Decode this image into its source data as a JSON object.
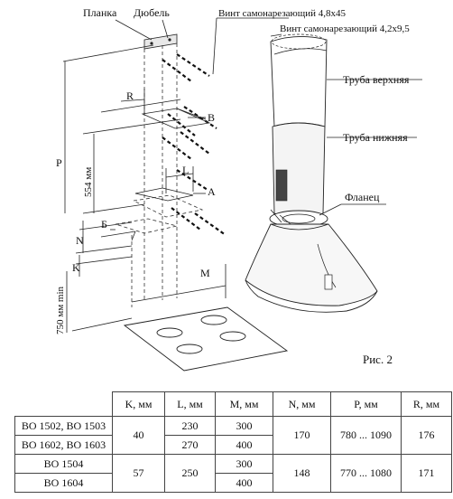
{
  "labels": {
    "planka": "Планка",
    "dyubel": "Дюбель",
    "vint1": "Винт самонарезающий 4,8х45",
    "vint2": "Винт самонарезающий 4,2х9,5",
    "truba_upper": "Труба верхняя",
    "truba_lower": "Труба нижняя",
    "flanets": "Фланец",
    "R": "R",
    "B": "В",
    "L": "L",
    "A": "А",
    "Bsmall": "Б",
    "N": "N",
    "K": "K",
    "M": "M",
    "P": "P",
    "dim554": "554 мм",
    "dim750": "750 мм min"
  },
  "caption": "Рис. 2",
  "table": {
    "headers": [
      "",
      "K, мм",
      "L, мм",
      "M, мм",
      "N, мм",
      "P, мм",
      "R, мм"
    ],
    "rows": [
      {
        "model": "ВО 1502, ВО 1503",
        "K": "40",
        "L": "230",
        "M": "300",
        "N": "170",
        "P": "780 ... 1090",
        "R": "176"
      },
      {
        "model": "ВО 1602, ВО 1603",
        "L": "270",
        "M": "400"
      },
      {
        "model": "ВО 1504",
        "K": "57",
        "L": "250",
        "M": "300",
        "N": "148",
        "P": "770 ... 1080",
        "R": "171"
      },
      {
        "model": "ВО 1604",
        "M": "400"
      }
    ]
  }
}
